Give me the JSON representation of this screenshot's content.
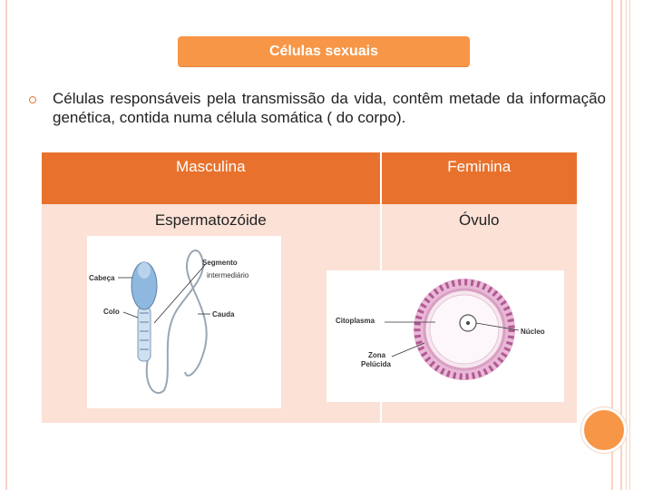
{
  "slide": {
    "title": "Células sexuais",
    "bullet_text": "Células responsáveis pela transmissão da vida, contêm metade da informação genética, contida numa célula somática ( do corpo)."
  },
  "table": {
    "headers": [
      "Masculina",
      "Feminina"
    ],
    "row": [
      "Espermatozóide",
      "Óvulo"
    ]
  },
  "sperm_labels": {
    "head": "Cabeça",
    "segment": "Segmento",
    "intermediate": "intermediário",
    "neck": "Colo",
    "tail": "Cauda"
  },
  "ovum_labels": {
    "cytoplasm": "Citoplasma",
    "nucleus": "Núcleo",
    "zone": "Zona",
    "pellucida": "Pelúcida"
  },
  "colors": {
    "accent": "#f79646",
    "header_fill": "#e8722d",
    "cell_fill": "#fbe1d6"
  }
}
